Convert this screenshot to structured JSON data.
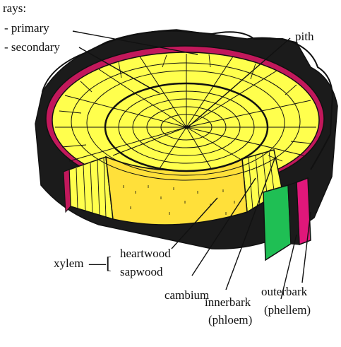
{
  "labels": {
    "rays": "rays:",
    "primary": "- primary",
    "secondary": "- secondary",
    "pith": "pith",
    "xylem": "xylem",
    "bracket": "—[",
    "heartwood": "heartwood",
    "sapwood": "sapwood",
    "cambium": "cambium",
    "innerbark_1": "innerbark",
    "innerbark_2": "(phloem)",
    "outerbark_1": "outerbark",
    "outerbark_2": "(phellem)"
  },
  "colors": {
    "outerbark": "#1b1b1b",
    "phloem_layer": "#c2185b",
    "sapwood": "#ffff4d",
    "heartwood": "#ffe03a",
    "innerbark_piece": "#1fbf54",
    "outerbark_piece": "#e0177a",
    "line": "#111111"
  }
}
